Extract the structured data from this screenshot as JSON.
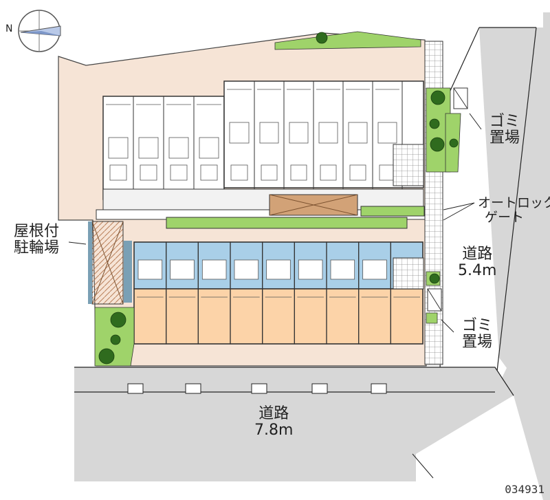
{
  "labels": {
    "garbage_north": [
      "ゴミ",
      "置場"
    ],
    "garbage_south": [
      "ゴミ",
      "置場"
    ],
    "autolock_gate": [
      "オートロック",
      "ゲート"
    ],
    "bike_parking": [
      "屋根付",
      "駐輪場"
    ],
    "road_east": [
      "道路",
      "5.4m"
    ],
    "road_south": [
      "道路",
      "7.8m"
    ]
  },
  "property_code": "034931",
  "compass": {
    "north_letter": "N"
  },
  "colors": {
    "lot": "#f6e4d6",
    "road": "#d7d7d7",
    "road_outline": "#222222",
    "garden": "#9fd36a",
    "tree": "#2f6b1e",
    "unit_highlight": "#a9cfe8",
    "unit_room": "#fcd3a8",
    "corridor": "#ffffff",
    "shelter": "#d2a277",
    "walls": "#333333"
  },
  "map": {
    "north_block_units": 10,
    "south_block_units": 9
  }
}
